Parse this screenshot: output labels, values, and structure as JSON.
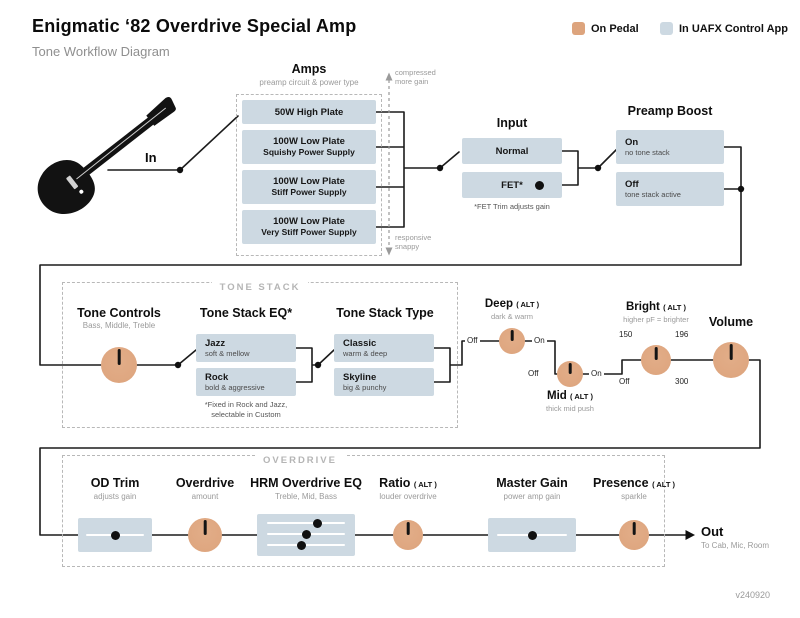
{
  "colors": {
    "pedal": "#DDA47D",
    "app": "#CDD9E2"
  },
  "header": {
    "title": "Enigmatic ‘82 Overdrive Special Amp",
    "subtitle": "Tone Workflow Diagram"
  },
  "legend": {
    "pedal": "On Pedal",
    "app": "In UAFX Control App"
  },
  "signal": {
    "in": "In",
    "out": "Out",
    "out_sub": "To Cab, Mic, Room"
  },
  "amps": {
    "title": "Amps",
    "subtitle": "preamp circuit & power type",
    "options": [
      {
        "name": "50W High Plate",
        "sub": ""
      },
      {
        "name": "100W Low Plate",
        "sub": "Squishy Power Supply"
      },
      {
        "name": "100W Low Plate",
        "sub": "Stiff Power Supply"
      },
      {
        "name": "100W Low Plate",
        "sub": "Very Stiff Power Supply"
      }
    ],
    "axis": {
      "top1": "compressed",
      "top2": "more gain",
      "bottom1": "responsive",
      "bottom2": "snappy"
    }
  },
  "input": {
    "title": "Input",
    "options": [
      {
        "name": "Normal"
      },
      {
        "name": "FET*"
      }
    ],
    "footnote": "*FET Trim adjusts gain"
  },
  "preamp_boost": {
    "title": "Preamp Boost",
    "options": [
      {
        "name": "On",
        "sub": "no tone stack"
      },
      {
        "name": "Off",
        "sub": "tone stack active"
      }
    ]
  },
  "tone_stack": {
    "section_label": "TONE STACK",
    "tone_controls": {
      "title": "Tone Controls",
      "sub": "Bass, Middle, Treble"
    },
    "eq": {
      "title": "Tone Stack EQ*",
      "options": [
        {
          "name": "Jazz",
          "sub": "soft & mellow"
        },
        {
          "name": "Rock",
          "sub": "bold & aggressive"
        }
      ],
      "footnote1": "*Fixed in Rock and Jazz,",
      "footnote2": "selectable in Custom"
    },
    "type": {
      "title": "Tone Stack Type",
      "options": [
        {
          "name": "Classic",
          "sub": "warm & deep"
        },
        {
          "name": "Skyline",
          "sub": "big & punchy"
        }
      ]
    }
  },
  "deep": {
    "title": "Deep",
    "alt": "( ALT )",
    "sub": "dark & warm",
    "off": "Off",
    "on": "On"
  },
  "mid": {
    "title": "Mid",
    "alt": "( ALT )",
    "sub": "thick mid push",
    "off": "Off",
    "on": "On"
  },
  "bright": {
    "title": "Bright",
    "alt": "( ALT )",
    "sub": "higher pF = brighter",
    "tick_150": "150",
    "tick_196": "196",
    "tick_300": "300",
    "off": "Off"
  },
  "volume": {
    "title": "Volume"
  },
  "overdrive_section": {
    "section_label": "OVERDRIVE",
    "od_trim": {
      "title": "OD Trim",
      "sub": "adjusts gain"
    },
    "overdrive": {
      "title": "Overdrive",
      "sub": "amount"
    },
    "hrm_eq": {
      "title": "HRM Overdrive EQ",
      "sub": "Treble, Mid, Bass"
    },
    "ratio": {
      "title": "Ratio",
      "alt": "( ALT )",
      "sub": "louder overdrive"
    },
    "master_gain": {
      "title": "Master Gain",
      "sub": "power amp gain"
    },
    "presence": {
      "title": "Presence",
      "alt": "( ALT )",
      "sub": "sparkle"
    }
  },
  "version": "v240920"
}
